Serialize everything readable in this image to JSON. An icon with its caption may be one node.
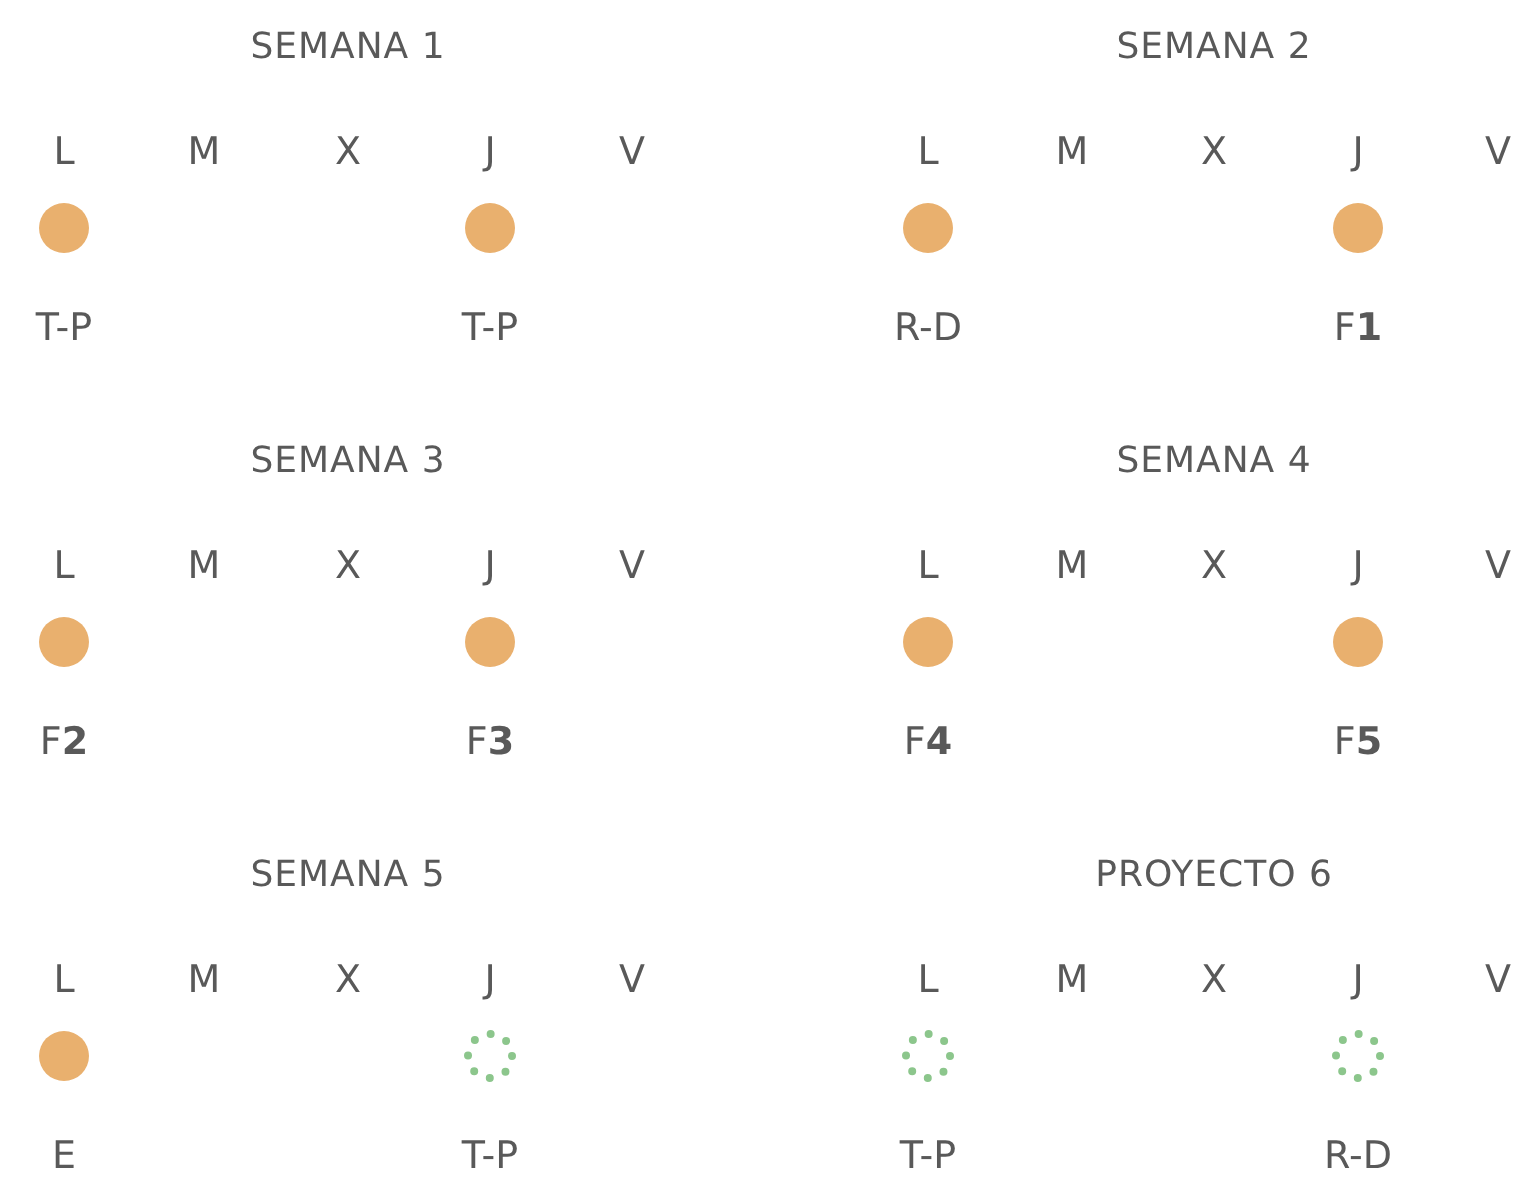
{
  "diagram": {
    "nodes": [
      {
        "text": [],
        "shape": "circle",
        "beside": [
          "T-P"
        ]
      },
      {
        "text": [],
        "shape": "circle",
        "beside": [
          "T-P"
        ]
      },
      {
        "text": [],
        "shape": "circle",
        "beside": [
          "R-D"
        ]
      },
      {
        "text": [],
        "shape": "circle",
        "beside": [
          "F**1**"
        ]
      },
      {
        "text": [],
        "shape": "circle",
        "beside": [
          "F**2**"
        ]
      },
      {
        "text": [],
        "shape": "circle",
        "beside": [
          "F**3**"
        ]
      },
      {
        "text": [],
        "shape": "circle",
        "beside": [
          "F**4**"
        ]
      },
      {
        "text": [],
        "shape": "circle",
        "beside": [
          "F**5**"
        ]
      },
      {
        "text": [],
        "shape": "circle",
        "beside": [
          "E"
        ]
      },
      {
        "text": [],
        "shape": "ring",
        "beside": [
          "T-P"
        ]
      },
      {
        "text": [],
        "shape": "ring",
        "beside": [
          "T-P"
        ]
      },
      {
        "text": [],
        "shape": "ring",
        "beside": [
          "R-D"
        ]
      }
    ],
    "labels": [
      "SEMANA 1",
      "SEMANA 2",
      "L",
      "M",
      "X",
      "J",
      "V",
      "L",
      "M",
      "X",
      "J",
      "V",
      "SEMANA 3",
      "SEMANA 4",
      "L",
      "M",
      "X",
      "J",
      "V",
      "L",
      "M",
      "X",
      "J",
      "V",
      "SEMANA 5",
      "PROYECTO 6",
      "L",
      "M",
      "X",
      "J",
      "V",
      "L",
      "M",
      "X",
      "J",
      "V"
    ]
  }
}
